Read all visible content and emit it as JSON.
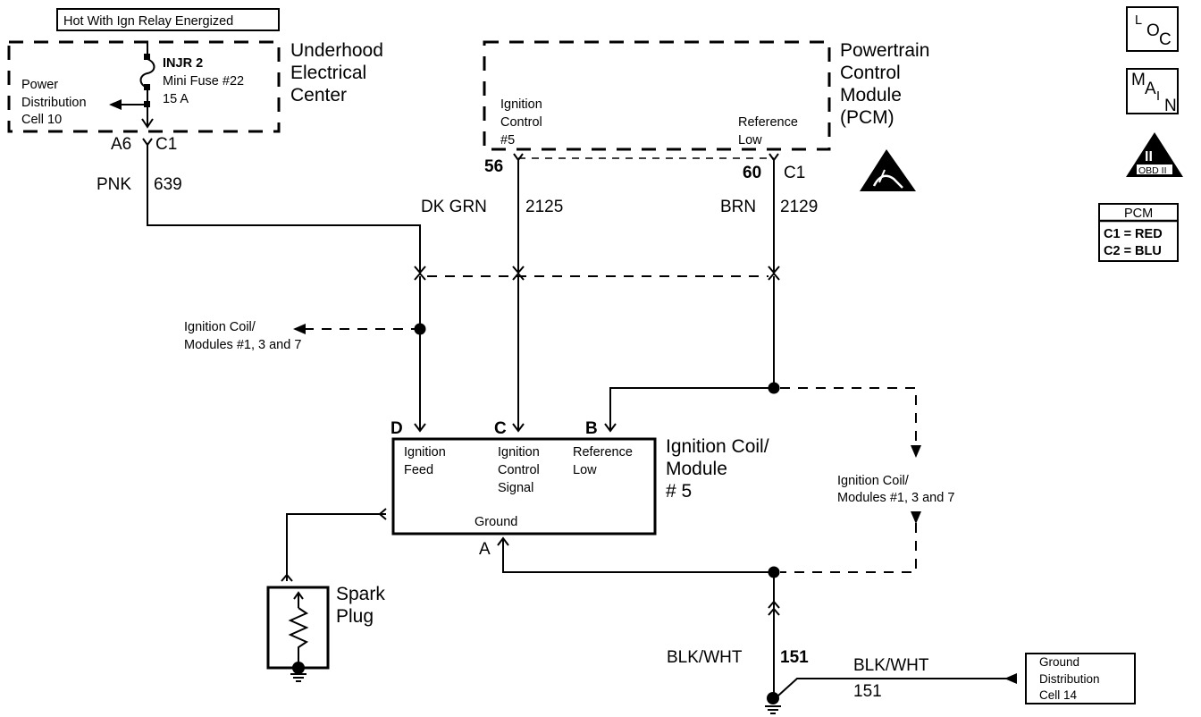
{
  "header": {
    "relay_label": "Hot With Ign Relay Energized"
  },
  "underhood": {
    "title_lines": [
      "Underhood",
      "Electrical",
      "Center"
    ],
    "fuse_lines": [
      "INJR 2",
      "Mini Fuse #22",
      "15 A"
    ],
    "power_dist_lines": [
      "Power",
      "Distribution",
      "Cell 10"
    ],
    "connector_pin": "A6",
    "connector_id": "C1",
    "wire_color": "PNK",
    "wire_circuit": "639"
  },
  "pcm": {
    "title_lines": [
      "Powertrain",
      "Control",
      "Module",
      "(PCM)"
    ],
    "ign_control_lines": [
      "Ignition",
      "Control",
      "#5"
    ],
    "ref_low_lines": [
      "Reference",
      "Low"
    ],
    "pin_ign": "56",
    "pin_ref": "60",
    "connector_id": "C1",
    "wire_ign_color": "DK  GRN",
    "wire_ign_circuit": "2125",
    "wire_ref_color": "BRN",
    "wire_ref_circuit": "2129"
  },
  "splice_left": {
    "label_lines": [
      "Ignition Coil/",
      "Modules #1, 3 and 7"
    ]
  },
  "splice_right": {
    "label_lines": [
      "Ignition Coil/",
      "Modules #1, 3 and 7"
    ]
  },
  "coil_module": {
    "title_lines": [
      "Ignition Coil/",
      "Module",
      "# 5"
    ],
    "pins": {
      "D": "D",
      "C": "C",
      "B": "B",
      "A": "A"
    },
    "feed_lines": [
      "Ignition",
      "Feed"
    ],
    "control_lines": [
      "Ignition",
      "Control",
      "Signal"
    ],
    "ref_lines": [
      "Reference",
      "Low"
    ],
    "ground_label": "Ground"
  },
  "spark_plug": {
    "label_lines": [
      "Spark",
      "Plug"
    ]
  },
  "ground": {
    "wire_color_vertical": "BLK/WHT",
    "wire_circuit_vertical": "151",
    "wire_color_horizontal": "BLK/WHT",
    "wire_circuit_horizontal": "151",
    "dist_lines": [
      "Ground",
      "Distribution",
      "Cell 14"
    ]
  },
  "legend": {
    "loc_icon": {
      "letters": [
        "L",
        "O",
        "C"
      ]
    },
    "main_icon": {
      "letters": [
        "M",
        "A",
        "I",
        "N"
      ]
    },
    "obd_icon": {
      "numeral": "II",
      "label": "OBD II"
    },
    "pcm_table": {
      "title": "PCM",
      "rows": [
        "C1 = RED",
        "C2 = BLU"
      ]
    }
  }
}
